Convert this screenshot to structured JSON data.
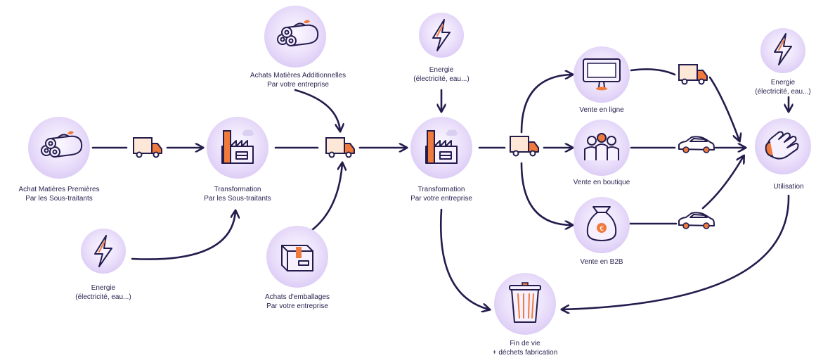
{
  "nodes": {
    "achat_mp": {
      "line1": "Achat Matières Premières",
      "line2": "Par les Sous-traitants"
    },
    "energie_1": {
      "line1": "Energie",
      "line2": "(électricité, eau...)"
    },
    "transfo_st": {
      "line1": "Transformation",
      "line2": "Par les Sous-traitants"
    },
    "achats_ma": {
      "line1": "Achats Matières Additionnelles",
      "line2": "Par votre entreprise"
    },
    "achats_emb": {
      "line1": "Achats d'emballages",
      "line2": "Par votre entreprise"
    },
    "energie_2": {
      "line1": "Energie",
      "line2": "(électricité, eau...)"
    },
    "transfo_ent": {
      "line1": "Transformation",
      "line2": "Par votre entreprise"
    },
    "vente_ligne": {
      "line1": "Vente en ligne"
    },
    "vente_boutique": {
      "line1": "Vente en boutique"
    },
    "vente_b2b": {
      "line1": "Vente en B2B"
    },
    "energie_3": {
      "line1": "Energie",
      "line2": "(électricité, eau...)"
    },
    "utilisation": {
      "line1": "Utilisation"
    },
    "fin_de_vie": {
      "line1": "Fin de vie",
      "line2": "+ déchets fabrication"
    }
  },
  "icons": {
    "achat_mp": "logs-icon",
    "achats_ma": "logs-icon",
    "energie": "lightning-icon",
    "transformation": "factory-icon",
    "achats_emb": "box-icon",
    "vente_ligne": "monitor-icon",
    "vente_boutique": "people-icon",
    "vente_b2b": "money-bag-icon",
    "utilisation": "hands-icon",
    "fin_de_vie": "trash-bin-icon",
    "transport": [
      "truck-icon",
      "car-icon"
    ]
  },
  "colors": {
    "ink": "#231c4d",
    "accent": "#f07a3c",
    "circle": "#e9ddfa"
  }
}
